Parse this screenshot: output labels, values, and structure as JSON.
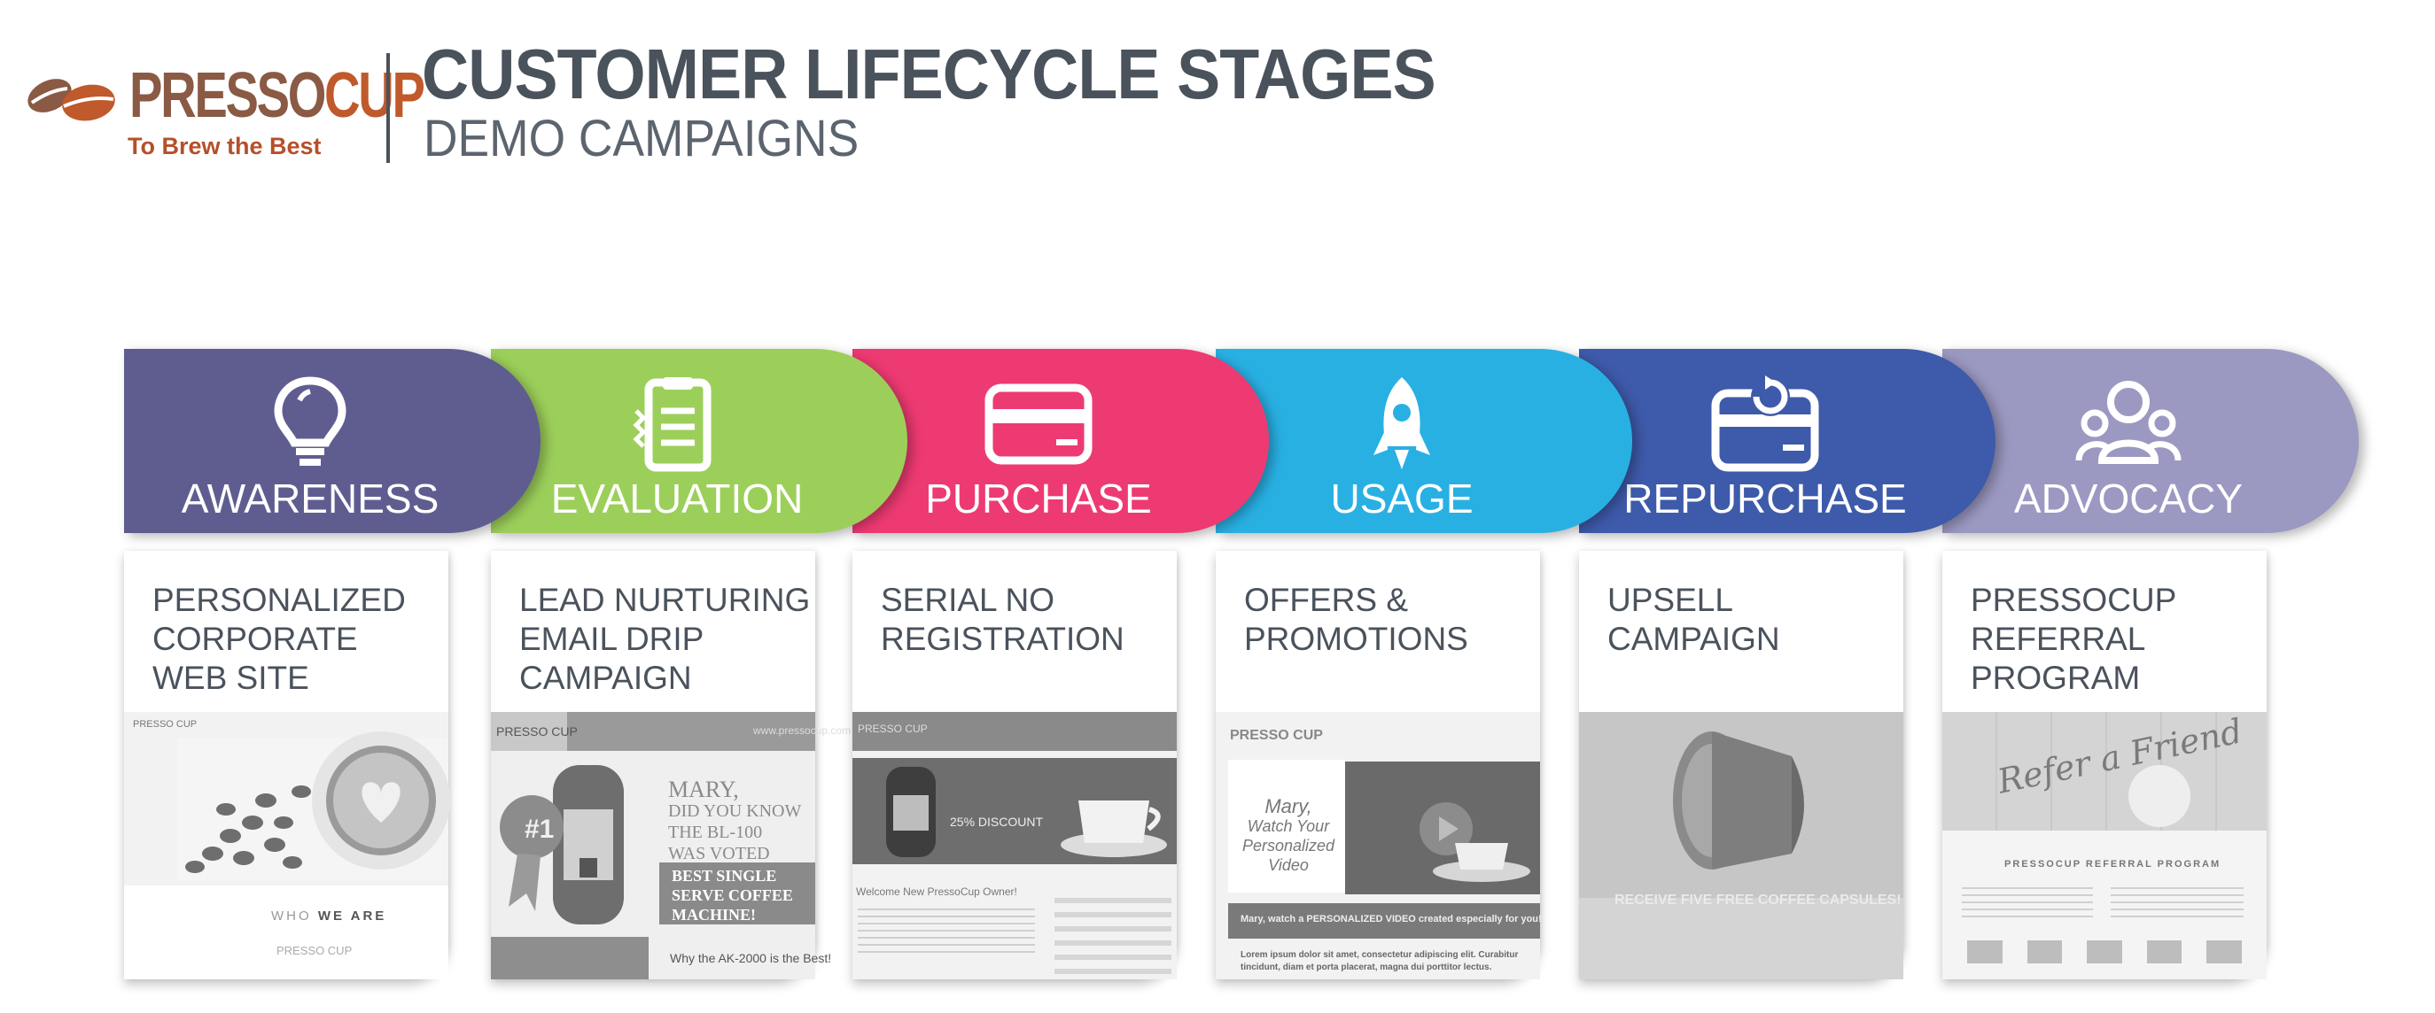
{
  "logo": {
    "word_part1": "PRESSO",
    "word_part2": "CUP",
    "tagline": "To Brew the Best"
  },
  "header": {
    "title": "CUSTOMER LIFECYCLE STAGES",
    "subtitle": "DEMO CAMPAIGNS"
  },
  "stages": [
    {
      "label": "AWARENESS",
      "icon": "lightbulb-icon",
      "color": "#5f5d90"
    },
    {
      "label": "EVALUATION",
      "icon": "clipboard-icon",
      "color": "#9ccf5a"
    },
    {
      "label": "PURCHASE",
      "icon": "credit-card-icon",
      "color": "#ee3a72"
    },
    {
      "label": "USAGE",
      "icon": "rocket-icon",
      "color": "#29b0e3"
    },
    {
      "label": "REPURCHASE",
      "icon": "card-refresh-icon",
      "color": "#3e5aaa"
    },
    {
      "label": "ADVOCACY",
      "icon": "people-group-icon",
      "color": "#9b98c2"
    }
  ],
  "campaigns": [
    {
      "lines": [
        "PERSONALIZED",
        "CORPORATE",
        "WEB SITE"
      ]
    },
    {
      "lines": [
        "LEAD NURTURING",
        "EMAIL DRIP",
        "CAMPAIGN"
      ]
    },
    {
      "lines": [
        "SERIAL NO",
        "REGISTRATION"
      ]
    },
    {
      "lines": [
        "OFFERS &",
        "PROMOTIONS"
      ]
    },
    {
      "lines": [
        "UPSELL",
        "CAMPAIGN"
      ]
    },
    {
      "lines": [
        "PRESSOCUP",
        "REFERRAL",
        "PROGRAM"
      ]
    }
  ],
  "thumbs": {
    "t1_logo": "PRESSO CUP",
    "t1_who": "WHO",
    "t1_we": "WE ARE",
    "t2_url": "www.pressocup.com",
    "t2_greeting": "MARY,",
    "t2_line2": "DID YOU KNOW",
    "t2_line3": "THE  BL-100",
    "t2_line4": "WAS VOTED",
    "t2_badge": "#1",
    "t2_best1": "BEST SINGLE",
    "t2_best2": "SERVE COFFEE",
    "t2_best3": "MACHINE!",
    "t2_why": "Why the AK-2000 is the Best!",
    "t3_discount": "25% DISCOUNT",
    "t3_welcome": "Welcome New PressoCup Owner!",
    "t4_name": "Mary,",
    "t4_watch1": "Watch Your",
    "t4_watch2": "Personalized",
    "t4_watch3": "Video",
    "t4_banner": "Mary, watch a PERSONALIZED VIDEO created especially for you!",
    "t4_lorem": "Lorem ipsum dolor sit amet, consectetur adipiscing elit. Curabitur tincidunt, diam et porta placerat, magna dui porttitor lectus.",
    "t5_banner": "RECEIVE FIVE FREE COFFEE CAPSULES!",
    "t6_refer": "Refer a Friend",
    "t6_program": "PRESSOCUP REFERRAL PROGRAM"
  }
}
